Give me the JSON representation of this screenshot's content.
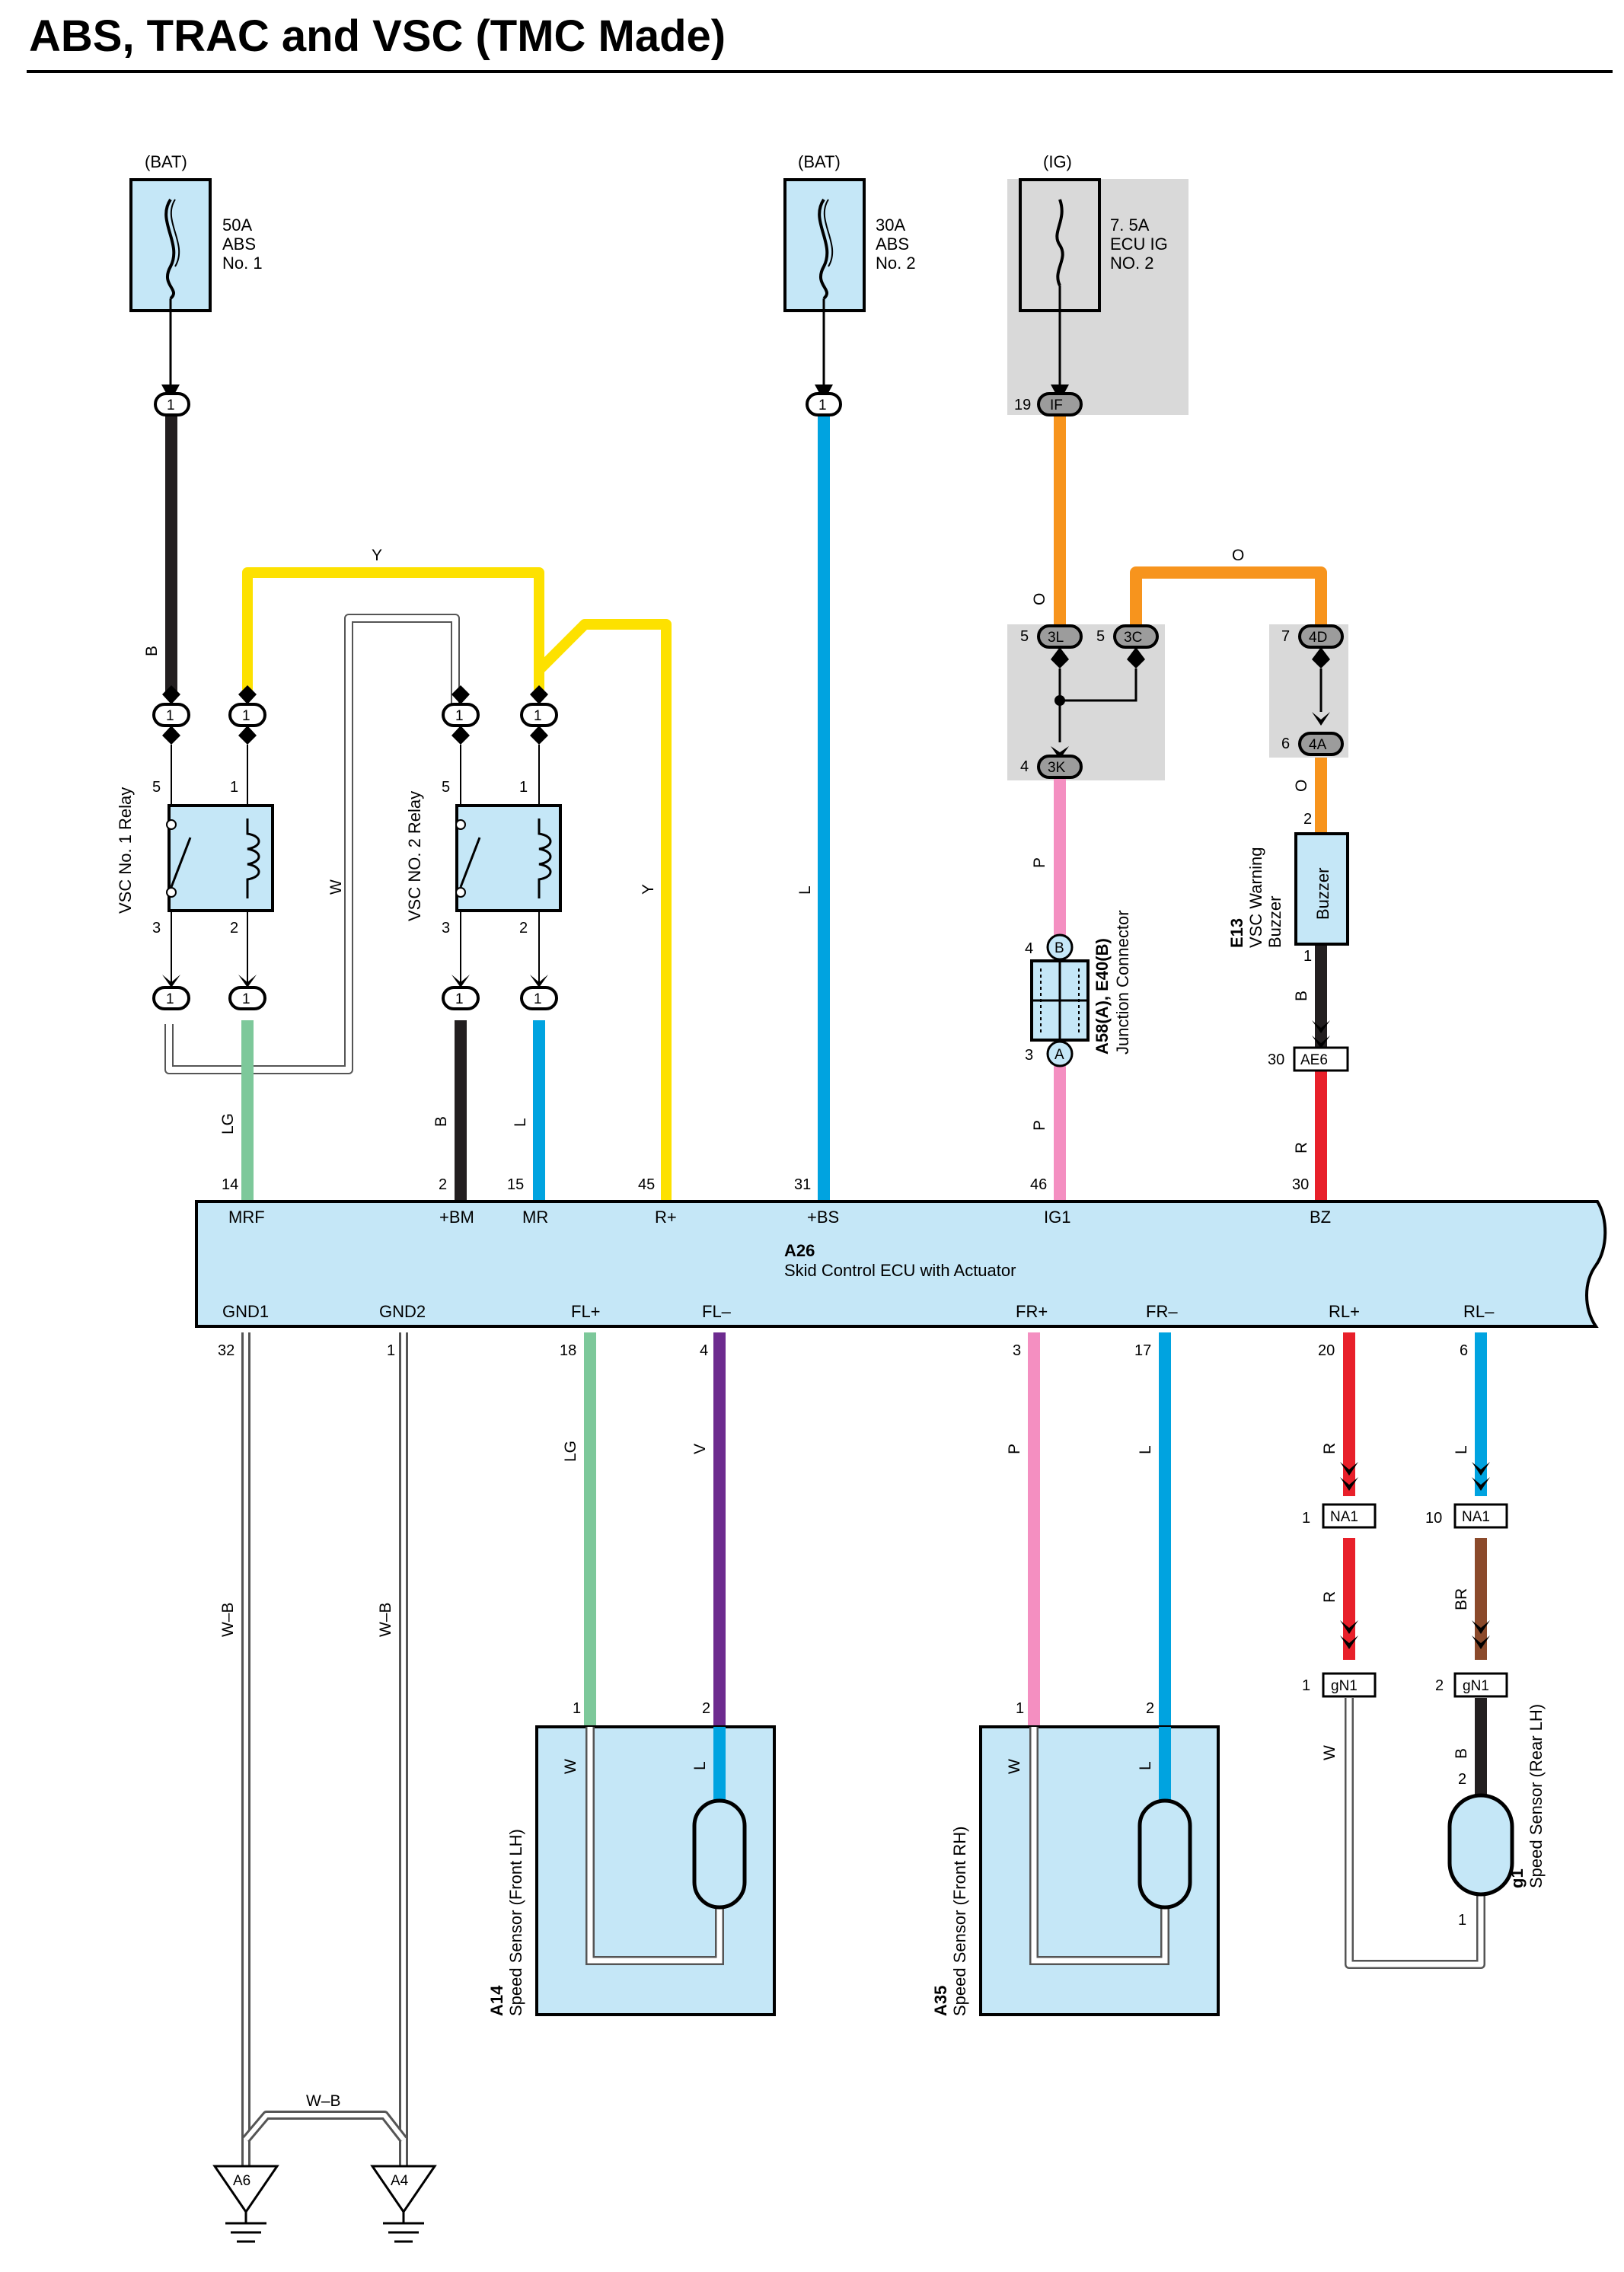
{
  "title": "ABS, TRAC and VSC (TMC Made)",
  "sources": {
    "bat1": "(BAT)",
    "bat2": "(BAT)",
    "ig": "(IG)"
  },
  "fuses": {
    "f1": [
      "50A",
      "ABS",
      "No. 1"
    ],
    "f2": [
      "30A",
      "ABS",
      "No. 2"
    ],
    "f3": [
      "7. 5A",
      "ECU IG",
      "NO. 2"
    ]
  },
  "relays": {
    "r1": "VSC No. 1 Relay",
    "r2": "VSC NO. 2 Relay"
  },
  "ecu": {
    "code": "A26",
    "name": "Skid Control ECU with Actuator",
    "top_pins": [
      {
        "num": "14",
        "name": "MRF"
      },
      {
        "num": "2",
        "name": "+BM"
      },
      {
        "num": "15",
        "name": "MR"
      },
      {
        "num": "45",
        "name": "R+"
      },
      {
        "num": "31",
        "name": "+BS"
      },
      {
        "num": "46",
        "name": "IG1"
      },
      {
        "num": "30",
        "name": "BZ"
      }
    ],
    "bottom_pins": [
      {
        "num": "32",
        "name": "GND1"
      },
      {
        "num": "1",
        "name": "GND2"
      },
      {
        "num": "18",
        "name": "FL+"
      },
      {
        "num": "4",
        "name": "FL–"
      },
      {
        "num": "3",
        "name": "FR+"
      },
      {
        "num": "17",
        "name": "FR–"
      },
      {
        "num": "20",
        "name": "RL+"
      },
      {
        "num": "6",
        "name": "RL–"
      }
    ]
  },
  "junction": {
    "code": "A58(A), E40(B)",
    "name": "Junction Connector"
  },
  "buzzer": {
    "code": "E13",
    "name1": "VSC Warning",
    "name2": "Buzzer",
    "label": "Buzzer"
  },
  "sensors": {
    "fl": {
      "code": "A14",
      "name": "Speed Sensor (Front LH)"
    },
    "fr": {
      "code": "A35",
      "name": "Speed Sensor (Front RH)"
    },
    "rl": {
      "code": "g1",
      "name": "Speed Sensor (Rear LH)"
    }
  },
  "grounds": {
    "g1": "A6",
    "g2": "A4"
  },
  "connectors": {
    "if": "IF",
    "c3l": "3L",
    "c3c": "3C",
    "c3k": "3K",
    "c4d": "4D",
    "c4a": "4A",
    "ae6": "AE6",
    "na1": "NA1",
    "gn1": "gN1",
    "jb": "B",
    "ja": "A"
  },
  "pins": {
    "one": "1",
    "two": "2",
    "three": "3",
    "four": "4",
    "five": "5",
    "six": "6",
    "seven": "7",
    "ten": "10",
    "nineteen": "19"
  },
  "wire_codes": {
    "B": "B",
    "Y": "Y",
    "W": "W",
    "L": "L",
    "O": "O",
    "P": "P",
    "R": "R",
    "LG": "LG",
    "V": "V",
    "BR": "BR",
    "WB": "W–B"
  },
  "colors": {
    "black": "#231f20",
    "yellow": "#fde100",
    "blue": "#00a3e0",
    "orange": "#f7941d",
    "pink": "#f48fc1",
    "green": "#7dc89a",
    "red": "#e8202a",
    "violet": "#6d2b8f",
    "brown": "#8b4a2b",
    "component_fill": "#c5e7f7",
    "shade": "#d9d9d9"
  }
}
